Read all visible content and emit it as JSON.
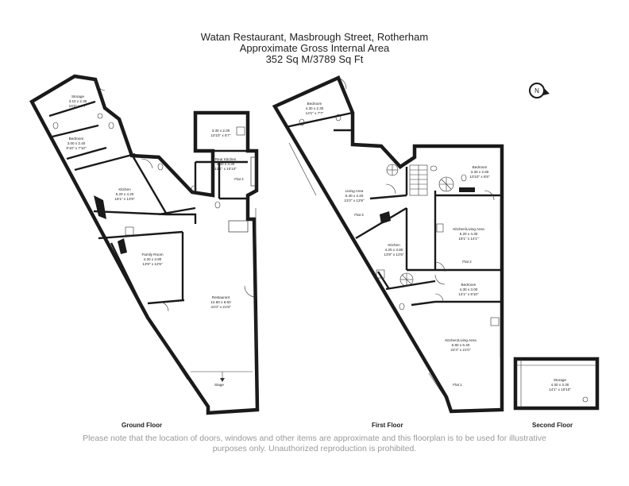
{
  "header": {
    "line1": "Watan Restaurant, Masbrough Street, Rotherham",
    "line2": "Approximate Gross Internal Area",
    "line3": "352 Sq M/3789 Sq Ft"
  },
  "floors": {
    "ground": "Ground Floor",
    "first": "First Floor",
    "second": "Second Floor"
  },
  "ground_rooms": {
    "storage": {
      "name": "Storage",
      "dim": "3.10 x 2.30",
      "imp": "10'2\" x 7'7\""
    },
    "bedroom": {
      "name": "Bedroom",
      "dim": "3.00 x 2.40",
      "imp": "9'10\" x 7'10\""
    },
    "store": {
      "dim": "3.30 x 2.00",
      "imp": "10'10\" x 6'7\""
    },
    "rear_kitchen": {
      "name": "Rear Kitchen",
      "dim": "4.00 x 3.30",
      "imp": "13'1\" x 10'10\""
    },
    "kitchen": {
      "name": "Kitchen",
      "dim": "5.20 x 4.20",
      "imp": "18'1\" x 13'9\""
    },
    "family_room": {
      "name": "Family Room",
      "dim": "4.20 x 3.80",
      "imp": "13'9\" x 12'6\""
    },
    "restaurant": {
      "name": "Restaurant",
      "dim": "12.50 x 6.60",
      "imp": "41'0\" x 21'8\""
    },
    "stage": "Stage",
    "flat4": "Flat 4"
  },
  "first_rooms": {
    "bedroom_a": {
      "name": "Bedroom",
      "dim": "4.30 x 2.30",
      "imp": "14'1\" x 7'7\""
    },
    "living": {
      "name": "Living Area",
      "dim": "6.40 x 4.20",
      "imp": "21'0\" x 13'9\""
    },
    "flat3": "Flat 3",
    "bedroom_b": {
      "name": "Bedroom",
      "dim": "3.30 x 2.60",
      "imp": "10'10\" x 8'6\""
    },
    "kitchen_living": {
      "name": "Kitchen/Living Area",
      "dim": "5.20 x 4.30",
      "imp": "18'1\" x 14'1\""
    },
    "flat2": "Flat 2",
    "kitchen": {
      "name": "Kitchen",
      "dim": "4.20 x 3.80",
      "imp": "13'9\" x 12'6\""
    },
    "bedroom_c": {
      "name": "Bedroom",
      "dim": "4.30 x 3.00",
      "imp": "14'1\" x 9'10\""
    },
    "kitchen_living_2": {
      "name": "Kitchen/Living Area",
      "dim": "6.80 x 6.40",
      "imp": "22'4\" x 21'0\""
    },
    "flat1": "Flat 1"
  },
  "second_rooms": {
    "storage": {
      "name": "Storage",
      "dim": "4.30 x 3.30",
      "imp": "14'1\" x 10'10\""
    }
  },
  "compass": {
    "icon": "north-arrow-icon",
    "letter": "N"
  },
  "disclaimer": {
    "line1": "Please note that the location of doors, windows and other items are approximate and this floorplan is to be used for illustrative",
    "line2": "purposes only. Unauthorized reproduction is prohibited."
  }
}
